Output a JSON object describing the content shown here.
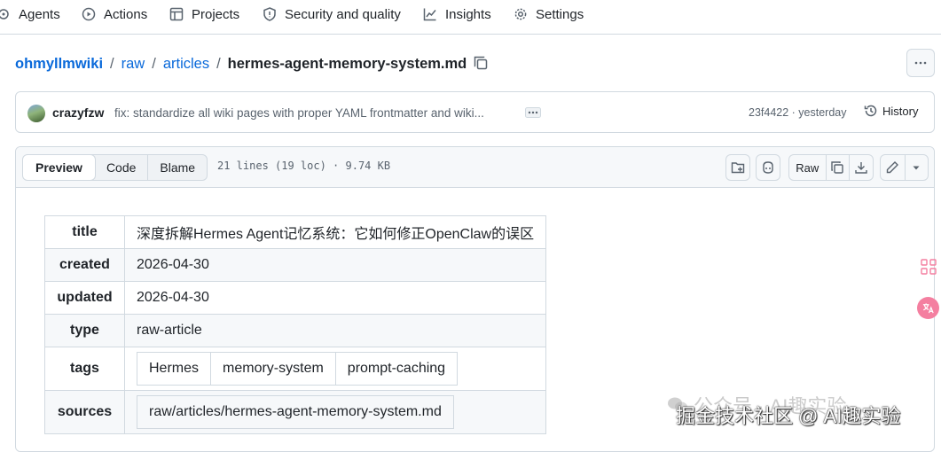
{
  "nav": {
    "tabs": [
      {
        "label": "Agents",
        "icon": "agent-icon"
      },
      {
        "label": "Actions",
        "icon": "play-icon"
      },
      {
        "label": "Projects",
        "icon": "table-icon"
      },
      {
        "label": "Security and quality",
        "icon": "shield-icon"
      },
      {
        "label": "Insights",
        "icon": "graph-icon"
      },
      {
        "label": "Settings",
        "icon": "gear-icon"
      }
    ]
  },
  "breadcrumb": {
    "owner": "ohmyllmwiki",
    "segments": [
      "raw",
      "articles"
    ],
    "file": "hermes-agent-memory-system.md",
    "separator": "/"
  },
  "commit": {
    "author": "crazyfzw",
    "message": "fix: standardize all wiki pages with proper YAML frontmatter and wiki...",
    "hash_time": "23f4422 · yesterday",
    "history_label": "History"
  },
  "file": {
    "tabs": [
      "Preview",
      "Code",
      "Blame"
    ],
    "active_tab": "Preview",
    "info": "21 lines (19 loc) · 9.74 KB",
    "raw_label": "Raw"
  },
  "frontmatter": {
    "title": {
      "key": "title",
      "value": "深度拆解Hermes Agent记忆系统：它如何修正OpenClaw的误区"
    },
    "created": {
      "key": "created",
      "value": "2026-04-30"
    },
    "updated": {
      "key": "updated",
      "value": "2026-04-30"
    },
    "type": {
      "key": "type",
      "value": "raw-article"
    },
    "tags": {
      "key": "tags",
      "values": [
        "Hermes",
        "memory-system",
        "prompt-caching"
      ]
    },
    "sources": {
      "key": "sources",
      "values": [
        "raw/articles/hermes-agent-memory-system.md"
      ]
    }
  },
  "watermark": {
    "line1": "公众号 · AI趣实验",
    "line2": "掘金技术社区 @ AI趣实验"
  },
  "colors": {
    "link": "#0969da",
    "border": "#d1d9e0",
    "muted": "#59636e",
    "header_bg": "#f6f8fa",
    "accent_pink": "#f47fa0"
  }
}
